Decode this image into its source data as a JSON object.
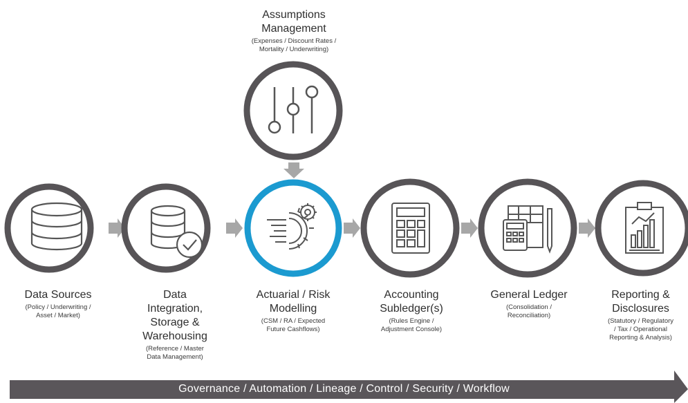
{
  "stages": [
    {
      "title": "Data Sources",
      "subtitle": "(Policy / Underwriting /\nAsset / Market)",
      "icon": "database-icon"
    },
    {
      "title": "Data\nIntegration,\nStorage &\nWarehousing",
      "subtitle": "(Reference / Master\nData Management)",
      "icon": "database-check-icon"
    },
    {
      "title": "Actuarial / Risk\nModelling",
      "subtitle": "(CSM / RA / Expected\nFuture Cashflows)",
      "icon": "gears-icon"
    },
    {
      "title": "Accounting\nSubledger(s)",
      "subtitle": "(Rules Engine /\nAdjustment Console)",
      "icon": "calculator-icon"
    },
    {
      "title": "General Ledger",
      "subtitle": "(Consolidation /\nReconciliation)",
      "icon": "ledger-icon"
    },
    {
      "title": "Reporting &\nDisclosures",
      "subtitle": "(Statutory / Regulatory\n/ Tax / Operational\nReporting & Analysis)",
      "icon": "report-chart-icon"
    }
  ],
  "assumptions": {
    "title": "Assumptions\nManagement",
    "subtitle": "(Expenses / Discount Rates /\nMortality / Underwriting)",
    "icon": "sliders-icon"
  },
  "governance_bar": "Governance / Automation / Lineage / Control / Security / Workflow",
  "colors": {
    "ring": "#575457",
    "highlight_ring": "#1b9ad0",
    "arrow": "#a7a7a7",
    "icon": "#555555",
    "bar": "#5a565a"
  }
}
